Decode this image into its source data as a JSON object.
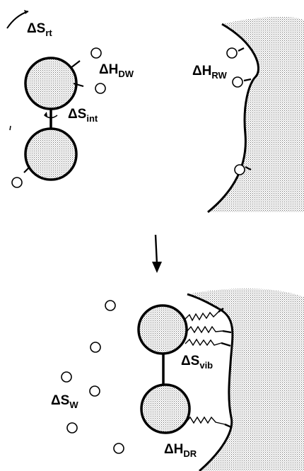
{
  "labels": {
    "ds_rt": {
      "symbol": "ΔS",
      "sub": "rt"
    },
    "dh_dw": {
      "symbol": "ΔH",
      "sub": "DW"
    },
    "dh_rw": {
      "symbol": "ΔH",
      "sub": "RW"
    },
    "ds_int": {
      "symbol": "ΔS",
      "sub": "int"
    },
    "ds_vib": {
      "symbol": "ΔS",
      "sub": "vib"
    },
    "ds_w": {
      "symbol": "ΔS",
      "sub": "W"
    },
    "dh_dr": {
      "symbol": "ΔH",
      "sub": "DR"
    }
  },
  "colors": {
    "ink": "#000000",
    "stipple": "#9a9a9a",
    "background": "#ffffff"
  }
}
